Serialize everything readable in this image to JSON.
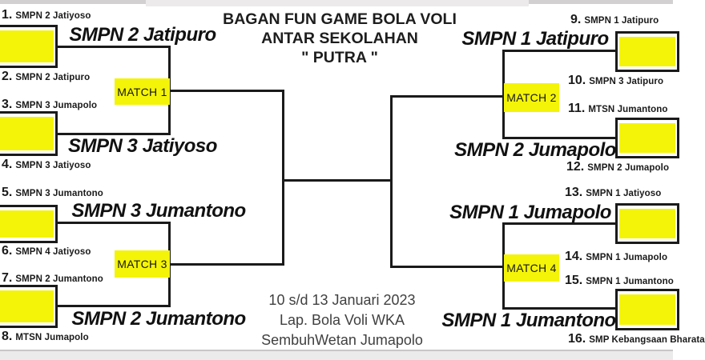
{
  "header": {
    "line1": "BAGAN FUN GAME BOLA VOLI",
    "line2": "ANTAR SEKOLAHAN",
    "line3": "\" PUTRA \""
  },
  "schedule": {
    "line1": "10 s/d 13 Januari 2023",
    "line2": "Lap. Bola Voli WKA",
    "line3": "SembuhWetan Jumapolo"
  },
  "teams": [
    {
      "num": "1.",
      "name": "SMPN 2 Jatiyoso"
    },
    {
      "num": "2.",
      "name": "SMPN 2 Jatipuro"
    },
    {
      "num": "3.",
      "name": "SMPN 3 Jumapolo"
    },
    {
      "num": "4.",
      "name": "SMPN 3 Jatiyoso"
    },
    {
      "num": "5.",
      "name": "SMPN 3 Jumantono"
    },
    {
      "num": "6.",
      "name": "SMPN 4 Jatiyoso"
    },
    {
      "num": "7.",
      "name": "SMPN 2 Jumantono"
    },
    {
      "num": "8.",
      "name": "MTSN Jumapolo"
    },
    {
      "num": "9.",
      "name": "SMPN 1 Jatipuro"
    },
    {
      "num": "10.",
      "name": "SMPN 3 Jatipuro"
    },
    {
      "num": "11.",
      "name": "MTSN Jumantono"
    },
    {
      "num": "12.",
      "name": "SMPN 2 Jumapolo"
    },
    {
      "num": "13.",
      "name": "SMPN 1 Jatiyoso"
    },
    {
      "num": "14.",
      "name": "SMPN 1 Jumapolo"
    },
    {
      "num": "15.",
      "name": "SMPN 1 Jumantono"
    },
    {
      "num": "16.",
      "name": "SMP Kebangsaan Bharata"
    }
  ],
  "winners": [
    "SMPN 2 Jatipuro",
    "SMPN 3 Jatiyoso",
    "SMPN 3 Jumantono",
    "SMPN 2 Jumantono",
    "SMPN 1 Jatipuro",
    "SMPN 2 Jumapolo",
    "SMPN 1 Jumapolo",
    "SMPN 1 Jumantono"
  ],
  "matches": [
    "MATCH 1",
    "MATCH 2",
    "MATCH 3",
    "MATCH 4"
  ],
  "colors": {
    "bracket_yellow": "#f4f408",
    "line_black": "#1a1a1a",
    "top_strip_gray": "#d2d0d1",
    "bottom_strip_gray": "#ebebeb"
  }
}
